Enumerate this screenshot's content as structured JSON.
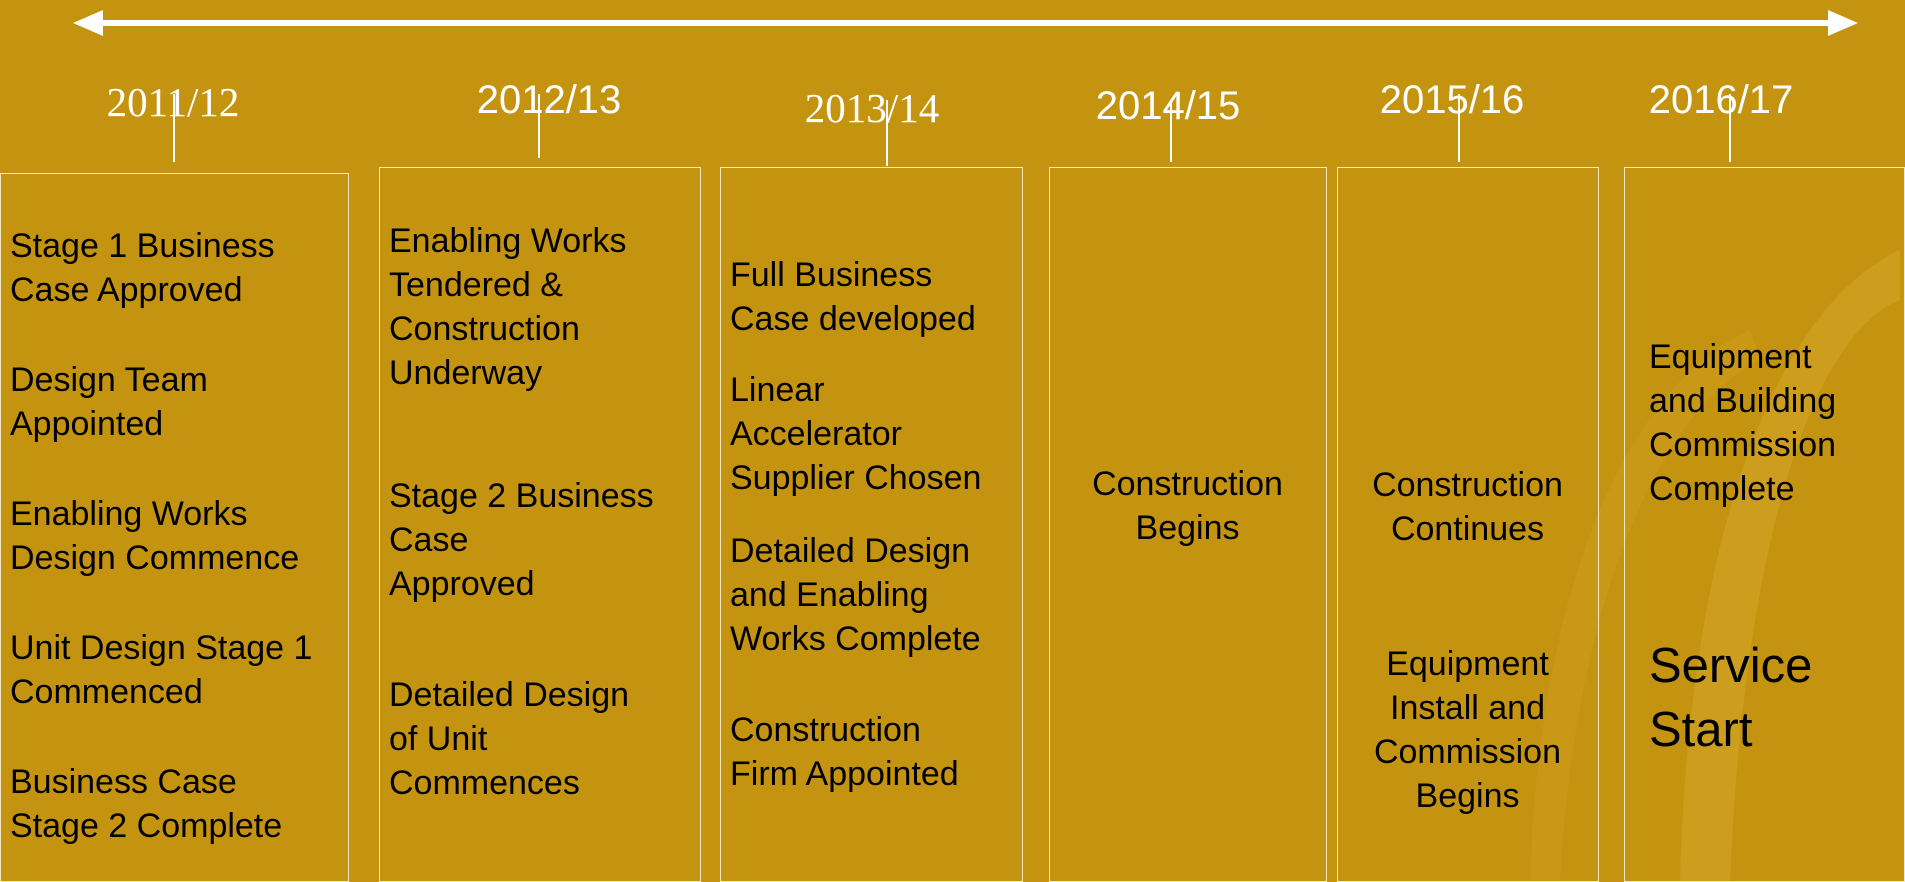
{
  "colors": {
    "background": "#c4930f",
    "text": "#000000",
    "year_text": "#ffffff",
    "column_border": "#f4e8c4",
    "timeline_arrow": "#ffffff"
  },
  "timeline": {
    "periods": [
      {
        "year": "2011/12",
        "items": [
          "Stage 1 Business\nCase Approved",
          "Design Team\nAppointed",
          "Enabling Works\nDesign Commence",
          "Unit Design  Stage 1\nCommenced",
          "Business Case\nStage 2 Complete"
        ]
      },
      {
        "year": "2012/13",
        "items": [
          "Enabling Works\nTendered &\nConstruction\nUnderway",
          "Stage 2 Business\nCase\nApproved",
          "Detailed  Design\nof Unit\nCommences"
        ]
      },
      {
        "year": "2013/14",
        "items": [
          "Full Business\nCase developed",
          "Linear\nAccelerator\nSupplier Chosen",
          "Detailed Design\nand Enabling\nWorks Complete",
          "Construction\nFirm Appointed"
        ]
      },
      {
        "year": "2014/15",
        "items": [
          "Construction\nBegins"
        ]
      },
      {
        "year": "2015/16",
        "items": [
          "Construction\nContinues",
          "Equipment\nInstall and\nCommission\nBegins"
        ]
      },
      {
        "year": "2016/17",
        "items": [
          "Equipment\nand Building\nCommission\nComplete",
          "Service\nStart"
        ]
      }
    ]
  }
}
